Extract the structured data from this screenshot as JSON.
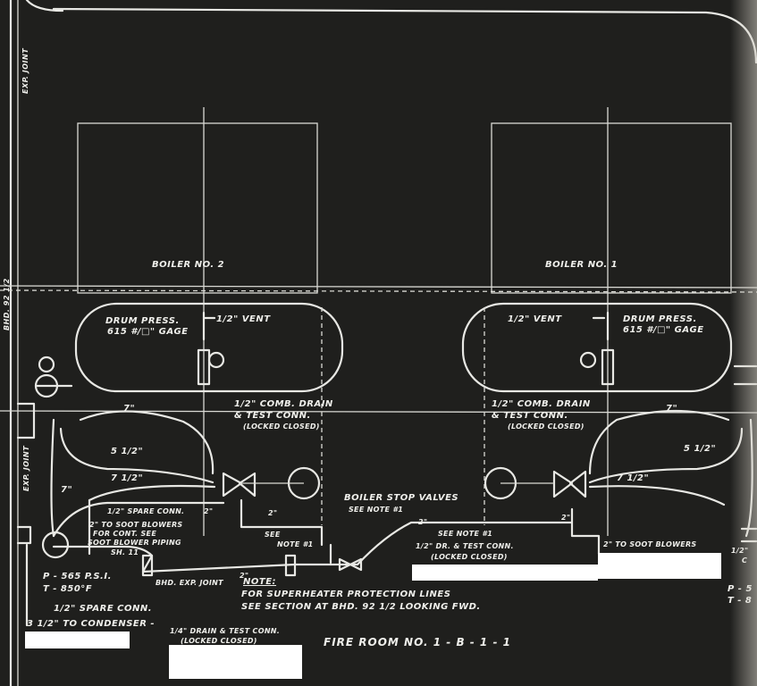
{
  "labels": {
    "boiler2": "BOILER NO. 2",
    "boiler1": "BOILER NO. 1",
    "drum_press": "DRUM PRESS.",
    "drum_gage": "615 #/□\" GAGE",
    "vent": "1/2\" VENT",
    "comb_drain_1": "1/2\" COMB. DRAIN",
    "comb_drain_2": "& TEST CONN.",
    "comb_drain_3": "(LOCKED CLOSED)",
    "stop_valves_1": "BOILER STOP VALVES",
    "stop_valves_2": "SEE NOTE #1",
    "spare_conn_2": "1/2\" SPARE CONN.",
    "soot_1": "2\" TO SOOT BLOWERS",
    "soot_2": "FOR CONT. SEE",
    "soot_3": "SOOT BLOWER PIPING",
    "soot_4": "SH. 11",
    "see_note": "SEE",
    "note_1": "NOTE #1",
    "see_note_1": "SEE NOTE #1",
    "dr_test_1": "1/2\" DR. & TEST CONN.",
    "dr_test_2": "(LOCKED CLOSED)",
    "to_soot": "2\" TO SOOT BLOWERS",
    "pressure": "P - 565 P.S.I.",
    "temp": "T - 850°F",
    "spare_conn": "1/2\" SPARE   CONN.",
    "bhd_exp": "BHD. EXP. JOINT",
    "note_head": "NOTE:",
    "note_line1": "FOR SUPERHEATER PROTECTION LINES",
    "note_line2": "SEE SECTION AT BHD. 92 1/2 LOOKING FWD.",
    "to_condenser": "3 1/2\" TO CONDENSER -",
    "drain_1": "1/4\" DRAIN & TEST CONN.",
    "drain_2": "(LOCKED CLOSED)",
    "fire_room": "FIRE   ROOM NO. 1  - B - 1 - 1",
    "exp_joint": "EXP. JOINT",
    "bhd": "BHD. 92 1/2",
    "size_7": "7\"",
    "size_5_half": "5 1/2\"",
    "size_7_half": "7 1/2\"",
    "size_2": "2\"",
    "partial_p": "P - 5",
    "partial_t": "T - 8",
    "partial_c": "C",
    "partial_half": "1/2\""
  },
  "colors": {
    "background": "#1f1f1d",
    "linework": "#e8e8e4",
    "redaction": "#ffffff"
  }
}
